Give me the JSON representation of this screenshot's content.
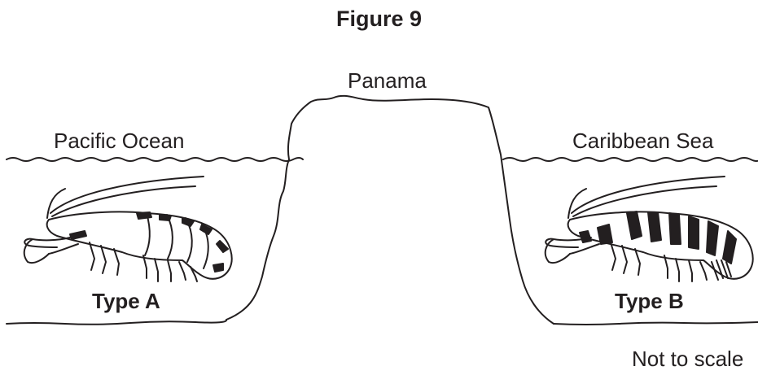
{
  "figure": {
    "title": "Figure 9",
    "labels": {
      "isthmus": "Panama",
      "left_water": "Pacific Ocean",
      "right_water": "Caribbean Sea",
      "left_shrimp": "Type A",
      "right_shrimp": "Type B",
      "scale_note": "Not to scale"
    }
  },
  "colors": {
    "ink": "#231f20",
    "background": "#ffffff"
  }
}
